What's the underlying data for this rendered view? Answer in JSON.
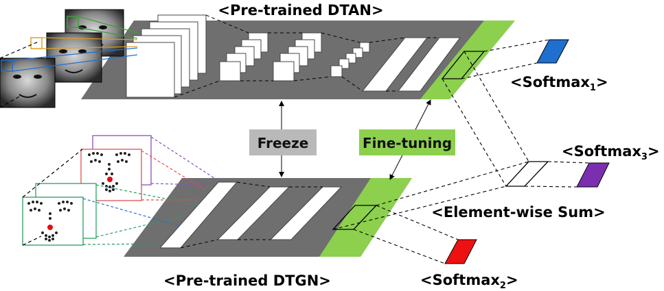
{
  "labels": {
    "dtan_title": "<Pre-trained DTAN>",
    "dtgn_title": "<Pre-trained DTGN>",
    "freeze": "Freeze",
    "fine_tuning": "Fine-tuning",
    "softmax1_base": "<Softmax",
    "softmax1_sub": "1",
    "softmax2_base": "<Softmax",
    "softmax2_sub": "2",
    "softmax3_base": "<Softmax",
    "softmax3_sub": "3",
    "close": ">",
    "element_wise_sum": "<Element-wise Sum>"
  },
  "colors": {
    "network_body": "#6f6f6f",
    "finetune_green": "#8cd04e",
    "freeze_gray": "#b9b9b9",
    "softmax1": "#1f6fd1",
    "softmax2": "#ee1111",
    "softmax3": "#7a2fb0",
    "landmark_dot": "#222222",
    "landmark_center": "#e01010"
  },
  "icons": {
    "face_frames": "face-photo-icon",
    "landmark_frames": "facial-landmark-icon"
  }
}
